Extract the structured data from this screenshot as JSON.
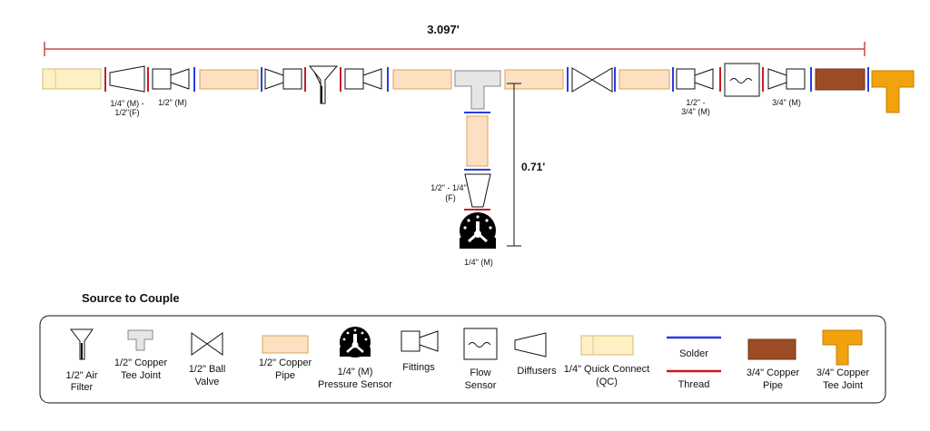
{
  "dimensions": {
    "main_length": "3.097'",
    "branch_length": "0.71'"
  },
  "fitting_labels": {
    "adapter_quarter_half": "1/4\" (M) -",
    "adapter_quarter_half_2": "1/2\"(F)",
    "half_male_1": "1/2\" (M)",
    "half_threequarter": "1/2\" -",
    "half_threequarter_2": "3/4\" (M)",
    "threequarter_male": "3/4\" (M)",
    "branch_reducer": "1/2\" - 1/4\"",
    "branch_reducer_2": "(F)",
    "sensor_male": "1/4\" (M)"
  },
  "legend": {
    "title": "Source to Couple",
    "air_filter": [
      "1/2\" Air",
      "Filter"
    ],
    "copper_tee": [
      "1/2\" Copper",
      "Tee Joint"
    ],
    "ball_valve": [
      "1/2\" Ball",
      "Valve"
    ],
    "copper_pipe": [
      "1/2\" Copper",
      "Pipe"
    ],
    "pressure_sensor": [
      "1/4\" (M)",
      "Pressure Sensor"
    ],
    "fittings": "Fittings",
    "flow_sensor": [
      "Flow",
      "Sensor"
    ],
    "diffusers": "Diffusers",
    "quick_connect": [
      "1/4\" Quick Connect",
      "(QC)"
    ],
    "solder": "Solder",
    "thread": "Thread",
    "copper_pipe_34": [
      "3/4\" Copper",
      "Pipe"
    ],
    "copper_tee_34": [
      "3/4\" Copper",
      "Tee Joint"
    ]
  },
  "colors": {
    "solder": "#2a3de0",
    "thread": "#c41e24",
    "pipe_half": "#fde0c2",
    "pipe_half_border": "#d9a35c",
    "quick_connect": "#fdf0c4",
    "pipe_threequarter": "#9c4d26",
    "tee_threequarter": "#f2a20c",
    "tee_half": "#e6e6e6",
    "dimension_line": "#c94b4b"
  }
}
